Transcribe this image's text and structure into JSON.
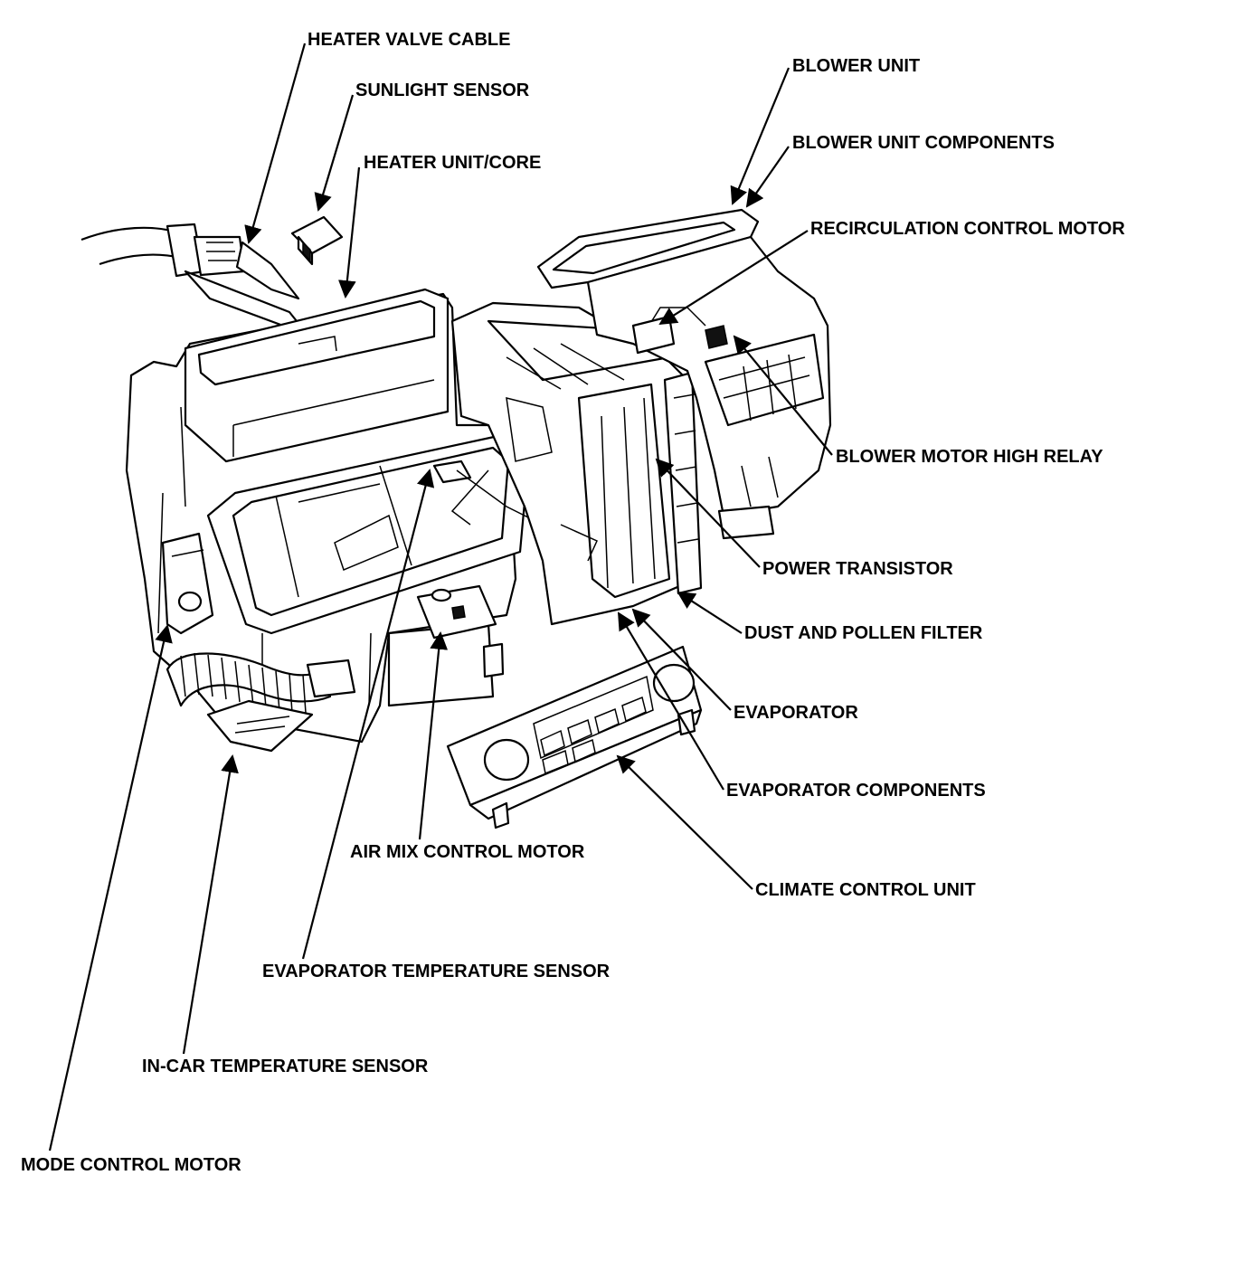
{
  "diagram": {
    "labels": {
      "heater_valve_cable": "HEATER VALVE CABLE",
      "sunlight_sensor": "SUNLIGHT SENSOR",
      "heater_unit_core": "HEATER UNIT/CORE",
      "blower_unit": "BLOWER UNIT",
      "blower_unit_components": "BLOWER UNIT COMPONENTS",
      "recirculation_control_motor": "RECIRCULATION CONTROL MOTOR",
      "blower_motor_high_relay": "BLOWER MOTOR HIGH RELAY",
      "power_transistor": "POWER TRANSISTOR",
      "dust_and_pollen_filter": "DUST AND POLLEN FILTER",
      "evaporator": "EVAPORATOR",
      "evaporator_components": "EVAPORATOR COMPONENTS",
      "air_mix_control_motor": "AIR MIX CONTROL MOTOR",
      "climate_control_unit": "CLIMATE CONTROL UNIT",
      "evaporator_temperature_sensor": "EVAPORATOR TEMPERATURE SENSOR",
      "in_car_temperature_sensor": "IN-CAR TEMPERATURE SENSOR",
      "mode_control_motor": "MODE CONTROL MOTOR"
    }
  }
}
